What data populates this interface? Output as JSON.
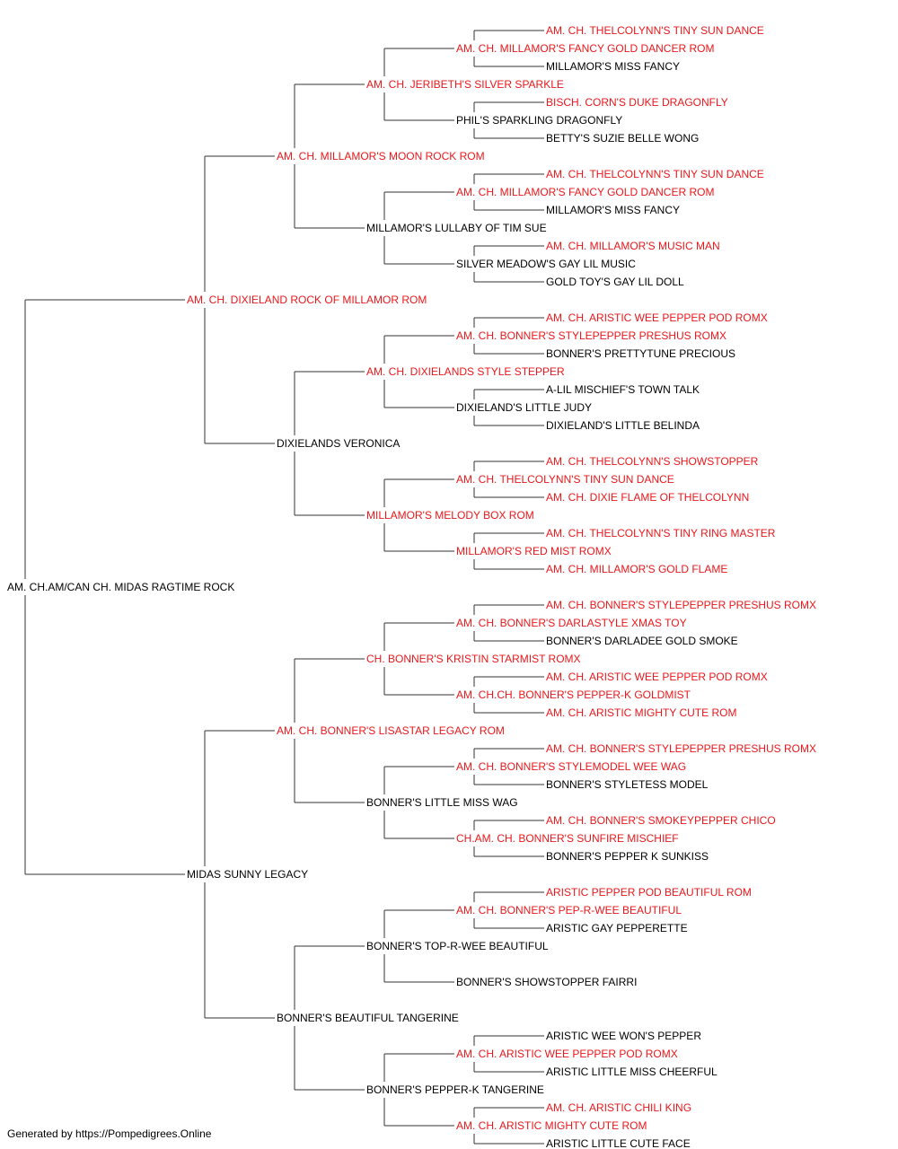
{
  "colors": {
    "champion": "#e8171b",
    "normal": "#000000",
    "line": "#333333"
  },
  "pedigree": {
    "subject": "AM. CH.AM/CAN CH. MIDAS RAGTIME ROCK",
    "generations": [
      [
        {
          "name": "AM. CH. DIXIELAND ROCK OF MILLAMOR ROM",
          "champion": true
        },
        {
          "name": "MIDAS SUNNY LEGACY",
          "champion": false
        }
      ],
      [
        {
          "name": "AM. CH. MILLAMOR'S MOON ROCK ROM",
          "champion": true
        },
        {
          "name": "DIXIELANDS VERONICA",
          "champion": false
        },
        {
          "name": "AM. CH. BONNER'S LISASTAR LEGACY ROM",
          "champion": true
        },
        {
          "name": "BONNER'S BEAUTIFUL TANGERINE",
          "champion": false
        }
      ],
      [
        {
          "name": "AM. CH. JERIBETH'S SILVER SPARKLE",
          "champion": true
        },
        {
          "name": "MILLAMOR'S LULLABY OF TIM SUE",
          "champion": false
        },
        {
          "name": "AM. CH. DIXIELANDS STYLE STEPPER",
          "champion": true
        },
        {
          "name": "MILLAMOR'S MELODY BOX ROM",
          "champion": true
        },
        {
          "name": "CH. BONNER'S KRISTIN STARMIST ROMX",
          "champion": true
        },
        {
          "name": "BONNER'S LITTLE MISS WAG",
          "champion": false
        },
        {
          "name": "BONNER'S TOP-R-WEE BEAUTIFUL",
          "champion": false
        },
        {
          "name": "BONNER'S PEPPER-K TANGERINE",
          "champion": false
        }
      ],
      [
        {
          "name": "AM. CH. MILLAMOR'S FANCY GOLD DANCER ROM",
          "champion": true
        },
        {
          "name": "PHIL'S SPARKLING DRAGONFLY",
          "champion": false
        },
        {
          "name": "AM. CH. MILLAMOR'S FANCY GOLD DANCER ROM",
          "champion": true
        },
        {
          "name": "SILVER MEADOW'S GAY LIL MUSIC",
          "champion": false
        },
        {
          "name": "AM. CH. BONNER'S STYLEPEPPER PRESHUS ROMX",
          "champion": true
        },
        {
          "name": "DIXIELAND'S LITTLE JUDY",
          "champion": false
        },
        {
          "name": "AM. CH. THELCOLYNN'S TINY SUN DANCE",
          "champion": true
        },
        {
          "name": "MILLAMOR'S RED MIST ROMX",
          "champion": true
        },
        {
          "name": "AM. CH. BONNER'S DARLASTYLE XMAS TOY",
          "champion": true
        },
        {
          "name": "AM. CH.CH. BONNER'S PEPPER-K GOLDMIST",
          "champion": true
        },
        {
          "name": "AM. CH. BONNER'S STYLEMODEL WEE WAG",
          "champion": true
        },
        {
          "name": "CH.AM. CH. BONNER'S SUNFIRE MISCHIEF",
          "champion": true
        },
        {
          "name": "AM. CH. BONNER'S PEP-R-WEE BEAUTIFUL",
          "champion": true
        },
        {
          "name": "BONNER'S SHOWSTOPPER FAIRRI",
          "champion": false
        },
        {
          "name": "AM. CH. ARISTIC WEE PEPPER POD ROMX",
          "champion": true
        },
        {
          "name": "AM. CH. ARISTIC MIGHTY CUTE ROM",
          "champion": true
        }
      ],
      [
        {
          "name": "AM. CH. THELCOLYNN'S TINY SUN DANCE",
          "champion": true
        },
        {
          "name": "MILLAMOR'S MISS FANCY",
          "champion": false
        },
        {
          "name": "BISCH. CORN'S DUKE DRAGONFLY",
          "champion": true
        },
        {
          "name": "BETTY'S SUZIE BELLE WONG",
          "champion": false
        },
        {
          "name": "AM. CH. THELCOLYNN'S TINY SUN DANCE",
          "champion": true
        },
        {
          "name": "MILLAMOR'S MISS FANCY",
          "champion": false
        },
        {
          "name": "AM. CH. MILLAMOR'S MUSIC MAN",
          "champion": true
        },
        {
          "name": "GOLD TOY'S GAY LIL DOLL",
          "champion": false
        },
        {
          "name": "AM. CH. ARISTIC WEE PEPPER POD ROMX",
          "champion": true
        },
        {
          "name": "BONNER'S PRETTYTUNE PRECIOUS",
          "champion": false
        },
        {
          "name": "A-LIL MISCHIEF'S TOWN TALK",
          "champion": false
        },
        {
          "name": "DIXIELAND'S LITTLE BELINDA",
          "champion": false
        },
        {
          "name": "AM. CH. THELCOLYNN'S SHOWSTOPPER",
          "champion": true
        },
        {
          "name": "AM. CH. DIXIE FLAME OF THELCOLYNN",
          "champion": true
        },
        {
          "name": "AM. CH. THELCOLYNN'S TINY RING MASTER",
          "champion": true
        },
        {
          "name": "AM. CH. MILLAMOR'S GOLD FLAME",
          "champion": true
        },
        {
          "name": "AM. CH. BONNER'S STYLEPEPPER PRESHUS ROMX",
          "champion": true
        },
        {
          "name": "BONNER'S DARLADEE GOLD SMOKE",
          "champion": false
        },
        {
          "name": "AM. CH. ARISTIC WEE PEPPER POD ROMX",
          "champion": true
        },
        {
          "name": "AM. CH. ARISTIC MIGHTY CUTE ROM",
          "champion": true
        },
        {
          "name": "AM. CH. BONNER'S STYLEPEPPER PRESHUS ROMX",
          "champion": true
        },
        {
          "name": "BONNER'S STYLETESS MODEL",
          "champion": false
        },
        {
          "name": "AM. CH. BONNER'S SMOKEYPEPPER CHICO",
          "champion": true
        },
        {
          "name": "BONNER'S PEPPER K SUNKISS",
          "champion": false
        },
        {
          "name": "ARISTIC PEPPER POD BEAUTIFUL ROM",
          "champion": true
        },
        {
          "name": "ARISTIC GAY PEPPERETTE",
          "champion": false
        },
        null,
        null,
        {
          "name": "ARISTIC WEE WON'S PEPPER",
          "champion": false
        },
        {
          "name": "ARISTIC LITTLE MISS CHEERFUL",
          "champion": false
        },
        {
          "name": "AM. CH. ARISTIC CHILI KING",
          "champion": true
        },
        {
          "name": "ARISTIC LITTLE CUTE FACE",
          "champion": false
        }
      ]
    ]
  },
  "footer": "Generated by https://Pompedigrees.Online"
}
